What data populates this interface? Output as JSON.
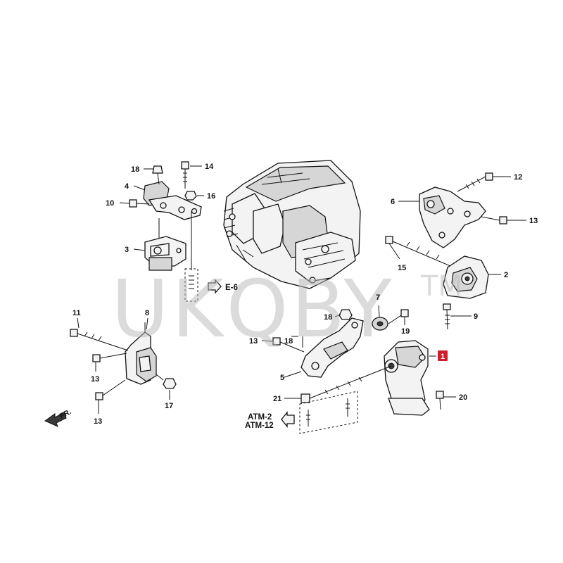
{
  "watermark": {
    "text": "UKQBY",
    "tm": "TM"
  },
  "callouts": {
    "c1": "1",
    "c2": "2",
    "c3": "3",
    "c4": "4",
    "c5": "5",
    "c6": "6",
    "c7": "7",
    "c8": "8",
    "c9": "9",
    "c10": "10",
    "c11": "11",
    "c12": "12",
    "c13a": "13",
    "c13b": "13",
    "c13c": "13",
    "c13d": "13",
    "c14": "14",
    "c15": "15",
    "c16": "16",
    "c17": "17",
    "c18a": "18",
    "c18b": "18",
    "c18c": "18",
    "c19": "19",
    "c20": "20",
    "c21": "21"
  },
  "refs": {
    "e6": "E-6",
    "atm2": "ATM-2",
    "atm12": "ATM-12"
  },
  "front_marker": "FR.",
  "colors": {
    "highlight": "#cc1f2b",
    "ink": "#111111",
    "watermark": "#b9b9b9"
  }
}
